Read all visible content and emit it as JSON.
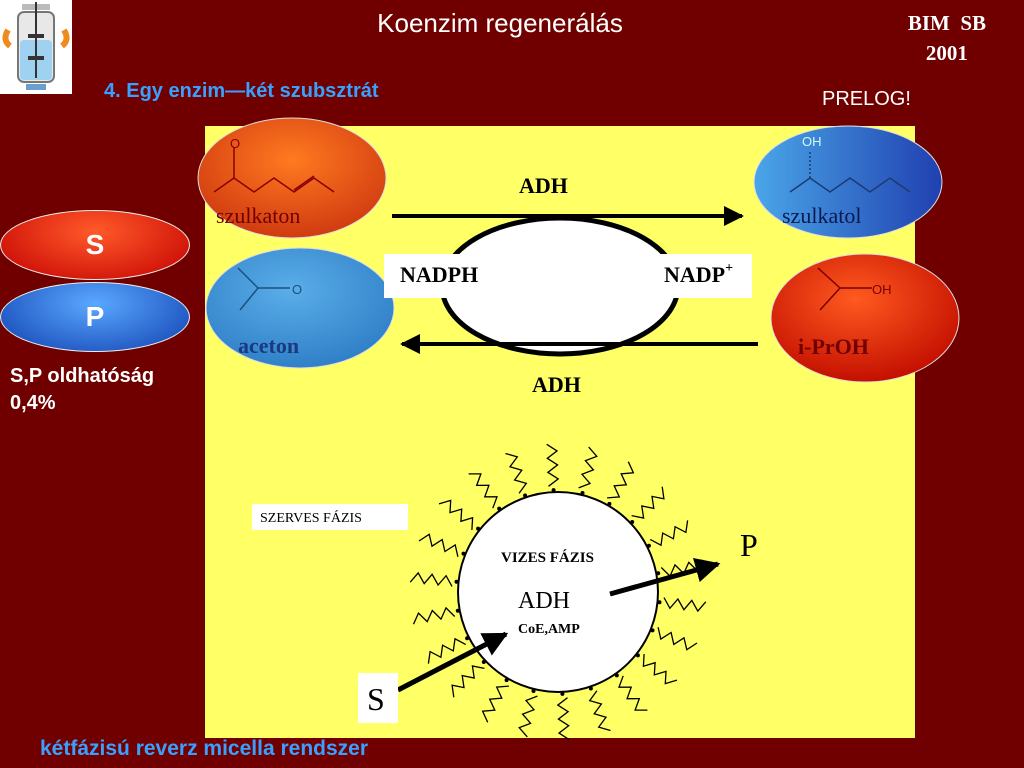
{
  "slide": {
    "title": "Koenzim regenerálás",
    "badge_line1": "BIM  SB",
    "badge_line2": "2001",
    "subtitle": "4. Egy enzim—két szubsztrát",
    "prelog": "PRELOG!",
    "solubility_line1": "S,P oldhatóság",
    "solubility_line2": "0,4%",
    "footer": "kétfázisú reverz micella rendszer"
  },
  "pills": {
    "s": "S",
    "p": "P"
  },
  "scheme": {
    "ketone": "szulkaton",
    "alcohol": "szulkatol",
    "acetone": "aceton",
    "ipa": "i-PrOH",
    "enzim_top": "ADH",
    "enzim_bottom": "ADH",
    "nadph": "NADPH",
    "nadp": "NADP",
    "nadp_sup": "+",
    "atom_o": "O",
    "atom_oh": "OH"
  },
  "micelle": {
    "organic_phase": "SZERVES FÁZIS",
    "aqueous_phase": "VIZES FÁZIS",
    "enzyme": "ADH",
    "cofactors": "CoE,AMP",
    "substrate": "S",
    "product": "P"
  },
  "colors": {
    "background": "#700000",
    "yellow_panel": "#ffff66",
    "accent_blue": "#3aa0ff"
  },
  "icons": [
    "bioreactor-icon"
  ]
}
